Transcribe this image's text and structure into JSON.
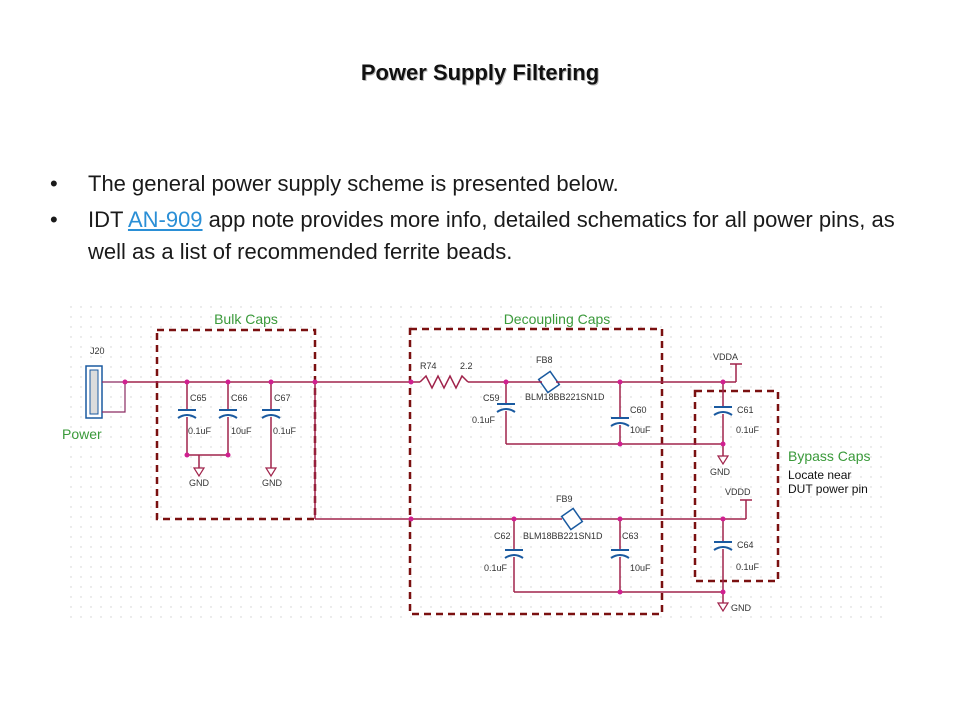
{
  "slide": {
    "title": "Power Supply Filtering",
    "bullets": [
      {
        "text": "The general power supply scheme is presented below."
      },
      {
        "prefix": "IDT ",
        "link": "AN-909",
        "suffix": " app note provides more info, detailed schematics for all power pins, as well as a list of recommended ferrite beads."
      }
    ]
  },
  "schematic": {
    "groups": {
      "bulk": "Bulk Caps",
      "decoupling": "Decoupling Caps",
      "bypass": "Bypass Caps"
    },
    "bypass_note_1": "Locate near",
    "bypass_note_2": "DUT power pin",
    "connector": {
      "ref": "J20",
      "label": "Power"
    },
    "bulk_caps": [
      {
        "ref": "C65",
        "value": "0.1uF"
      },
      {
        "ref": "C66",
        "value": "10uF"
      },
      {
        "ref": "C67",
        "value": "0.1uF"
      }
    ],
    "resistor": {
      "ref": "R74",
      "value": "2.2"
    },
    "beads": [
      {
        "ref": "FB8",
        "part": "BLM18BB221SN1D"
      },
      {
        "ref": "FB9",
        "part": "BLM18BB221SN1D"
      }
    ],
    "decoupling_caps": [
      {
        "ref": "C59",
        "value": "0.1uF"
      },
      {
        "ref": "C60",
        "value": "10uF"
      },
      {
        "ref": "C62",
        "value": "0.1uF"
      },
      {
        "ref": "C63",
        "value": "10uF"
      }
    ],
    "bypass_caps": [
      {
        "ref": "C61",
        "value": "0.1uF"
      },
      {
        "ref": "C64",
        "value": "0.1uF"
      }
    ],
    "nets": {
      "vdda": "VDDA",
      "vddd": "VDDD",
      "gnd": "GND"
    }
  }
}
